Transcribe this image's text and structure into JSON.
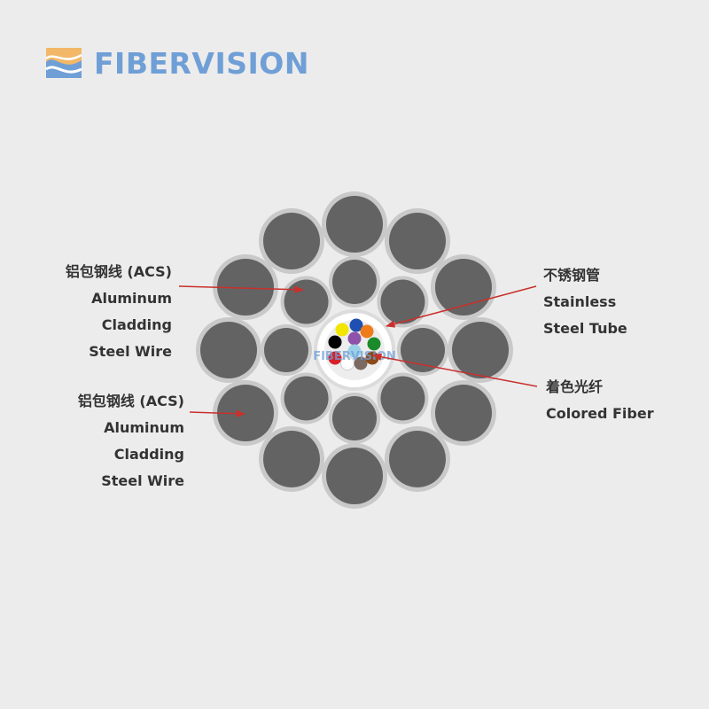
{
  "brand": {
    "name": "FIBERVISION",
    "watermark": "FIBERVISION",
    "colors": {
      "blue": "#6f9fd6",
      "orange": "#f2b868"
    }
  },
  "labels": {
    "acs_top": {
      "zh": "铝包钢线 (ACS)",
      "lines": [
        "Aluminum",
        "Cladding",
        "Steel Wire"
      ]
    },
    "acs_bottom": {
      "zh": "铝包钢线 (ACS)",
      "lines": [
        "Aluminum",
        "Cladding",
        "Steel Wire"
      ]
    },
    "tube": {
      "zh": "不锈钢管",
      "lines": [
        "Stainless",
        "Steel Tube"
      ]
    },
    "fiber": {
      "zh": "着色光纤",
      "lines": [
        "Colored Fiber"
      ]
    }
  },
  "fiber_colors": [
    "#1f4fb0",
    "#f2e600",
    "#f07b1a",
    "#000000",
    "#8e52a8",
    "#1a8a2a",
    "#d6202a",
    "#ffffff",
    "#7a6a62",
    "#8a4a1a",
    "#9ad0e8"
  ],
  "colors": {
    "wire_core": "#636363",
    "wire_cladding": "#c9c9c9",
    "tube": "#ffffff",
    "arrow": "#c9302c",
    "background": "#ececec"
  }
}
